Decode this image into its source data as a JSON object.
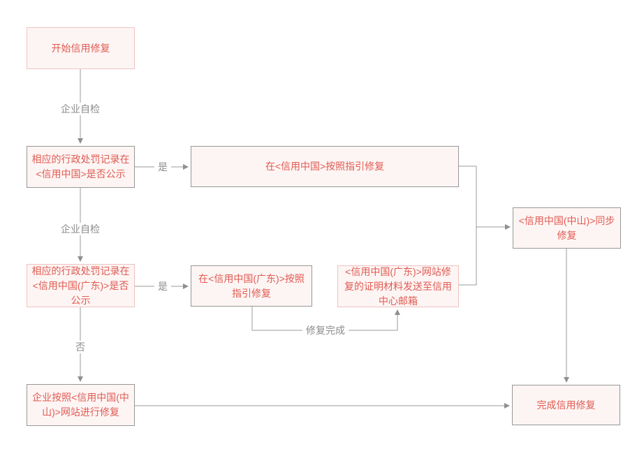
{
  "diagram": {
    "type": "flowchart",
    "topic": "信用修复流程",
    "nodes": {
      "start": {
        "label": "开始信用修复"
      },
      "check_china": {
        "label": "相应的行政处罚记录在\n<信用中国>是否公示"
      },
      "repair_china": {
        "label": "在<信用中国>按照指引修复"
      },
      "check_guangdong": {
        "label": "相应的行政处罚记录在\n<信用中国(广东)>是否\n公示"
      },
      "repair_guangdong": {
        "label": "在<信用中国(广东)>按照\n指引修复"
      },
      "send_proof": {
        "label": "<信用中国(广东)>网站修\n复的证明材料发送至信用\n中心邮箱"
      },
      "sync_zhongshan": {
        "label": "<信用中国(中山)>同步\n修复"
      },
      "repair_zhongshan": {
        "label": "企业按照<信用中国(中\n山)>网站进行修复"
      },
      "finish": {
        "label": "完成信用修复"
      }
    },
    "edge_labels": {
      "self_check_1": "企业自检",
      "yes_1": "是",
      "self_check_2": "企业自检",
      "yes_2": "是",
      "no": "否",
      "repair_done": "修复完成"
    },
    "colors": {
      "background": "#ffffff",
      "node_fill": "#fdf5f4",
      "node_border_gray": "#979797",
      "node_border_pink": "#efc3c1",
      "node_text": "#e15b52",
      "connector": "#9b9b9b",
      "edge_label_text": "#8c8c8c"
    }
  }
}
